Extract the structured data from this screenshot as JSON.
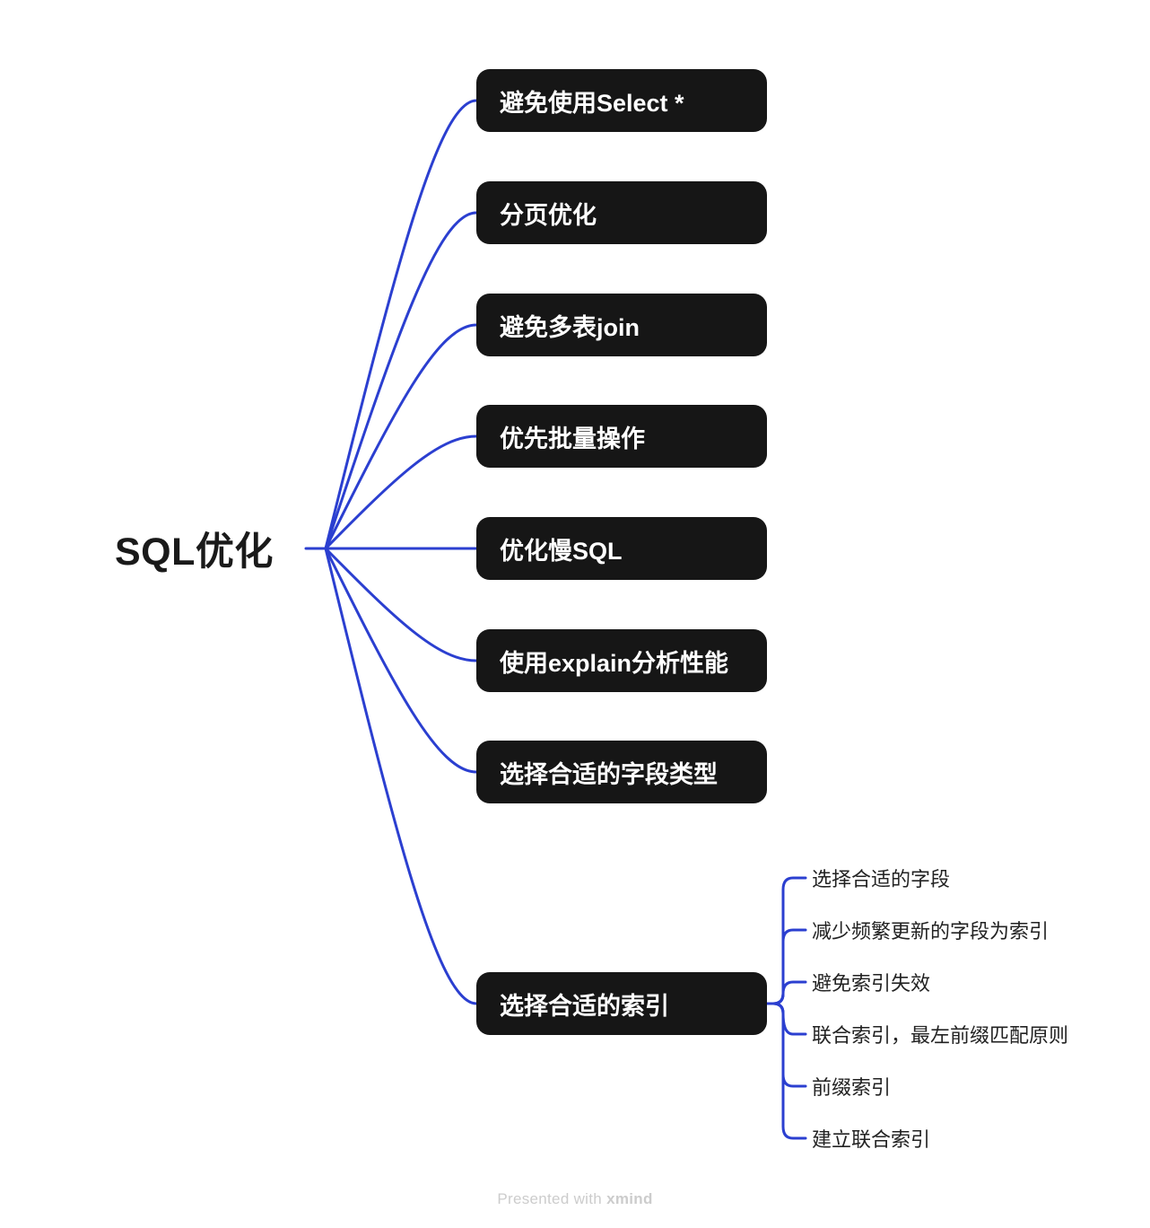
{
  "root": {
    "label": "SQL优化"
  },
  "branches": [
    {
      "label": "避免使用Select *"
    },
    {
      "label": "分页优化"
    },
    {
      "label": "避免多表join"
    },
    {
      "label": "优先批量操作"
    },
    {
      "label": "优化慢SQL"
    },
    {
      "label": "使用explain分析性能"
    },
    {
      "label": "选择合适的字段类型"
    },
    {
      "label": "选择合适的索引",
      "children": [
        "选择合适的字段",
        "减少频繁更新的字段为索引",
        "避免索引失效",
        "联合索引，最左前缀匹配原则",
        "前缀索引",
        "建立联合索引"
      ]
    }
  ],
  "footer": {
    "prefix": "Presented with ",
    "brand": "xmind"
  },
  "colors": {
    "connector": "#2b3fd0",
    "node_bg": "#161616",
    "node_text": "#ffffff",
    "text": "#222222",
    "footer_text": "#cccccc",
    "canvas_bg": "#ffffff"
  }
}
